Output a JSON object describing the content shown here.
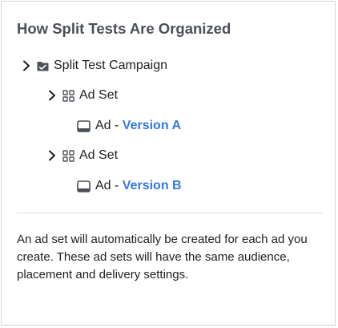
{
  "panel": {
    "title": "How Split Tests Are Organized"
  },
  "tree": {
    "campaign": {
      "label": "Split Test Campaign",
      "icon": "folder-icon"
    },
    "ad_sets": [
      {
        "label": "Ad Set",
        "icon": "grid-icon",
        "ad": {
          "prefix": "Ad - ",
          "version": "Version A",
          "icon": "ad-icon"
        }
      },
      {
        "label": "Ad Set",
        "icon": "grid-icon",
        "ad": {
          "prefix": "Ad - ",
          "version": "Version B",
          "icon": "ad-icon"
        }
      }
    ]
  },
  "description": "An ad set will automatically be created for each ad you create. These ad sets will have the same audience, placement and delivery settings.",
  "colors": {
    "version_text": "#3578e5",
    "title_text": "#4b4f56",
    "border": "#d3d6db"
  }
}
